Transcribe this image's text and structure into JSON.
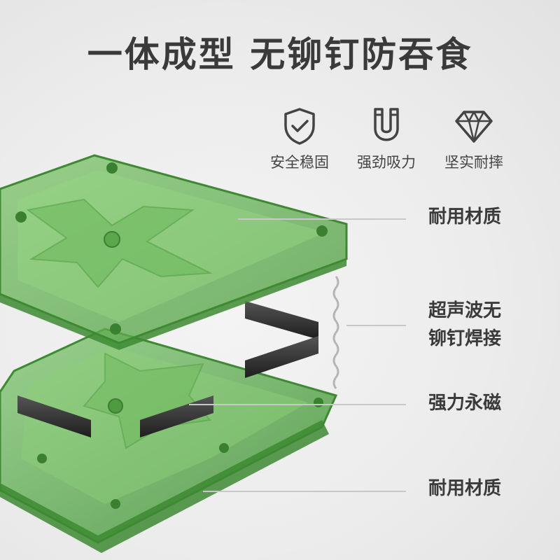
{
  "headline": "一体成型 无铆钉防吞食",
  "features": [
    {
      "icon": "shield-check-icon",
      "label": "安全稳固"
    },
    {
      "icon": "magnet-icon",
      "label": "强劲吸力"
    },
    {
      "icon": "diamond-icon",
      "label": "坚实耐摔"
    }
  ],
  "callouts": {
    "top_material": "耐用材质",
    "weld_line1": "超声波无",
    "weld_line2": "铆钉焊接",
    "magnet": "强力永磁",
    "bottom_material": "耐用材质"
  },
  "colors": {
    "tray_green": "#5fae4c",
    "tray_edge": "#3e8a33",
    "magnet_bar": "#2c2c2c",
    "text": "#3a3a3a"
  }
}
